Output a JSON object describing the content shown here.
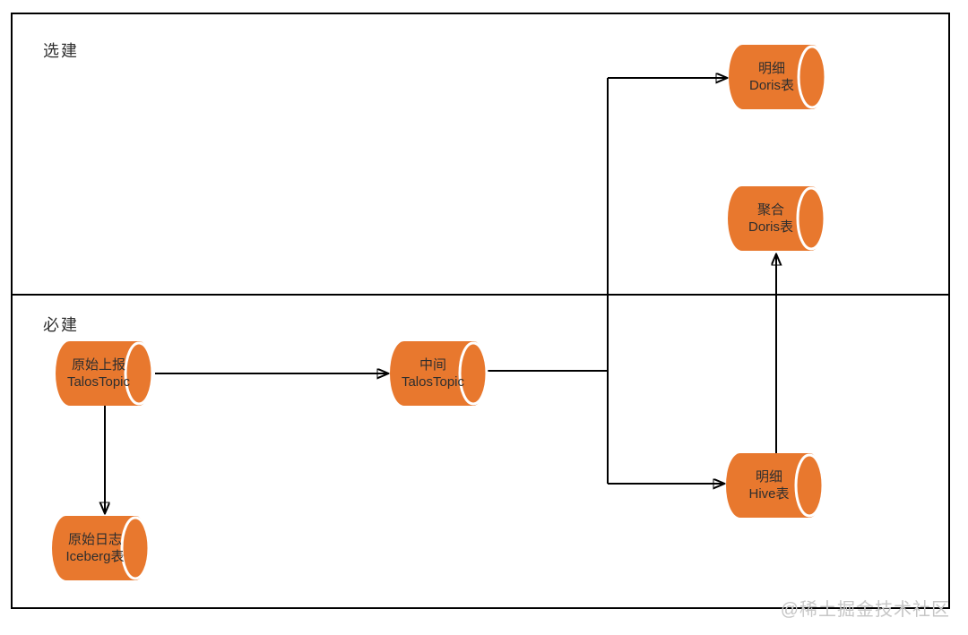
{
  "diagram": {
    "sections": [
      {
        "id": "optional",
        "label": "选建"
      },
      {
        "id": "required",
        "label": "必建"
      }
    ],
    "nodes": [
      {
        "id": "detail-doris",
        "line1": "明细",
        "line2": "Doris表"
      },
      {
        "id": "agg-doris",
        "line1": "聚合",
        "line2": "Doris表"
      },
      {
        "id": "raw-talos",
        "line1": "原始上报",
        "line2": "TalosTopic"
      },
      {
        "id": "mid-talos",
        "line1": "中间",
        "line2": "TalosTopic"
      },
      {
        "id": "detail-hive",
        "line1": "明细",
        "line2": "Hive表"
      },
      {
        "id": "raw-iceberg",
        "line1": "原始日志",
        "line2": "Iceberg表"
      }
    ],
    "edges": [
      {
        "from": "raw-talos",
        "to": "mid-talos"
      },
      {
        "from": "raw-talos",
        "to": "raw-iceberg"
      },
      {
        "from": "mid-talos",
        "to": "detail-doris"
      },
      {
        "from": "mid-talos",
        "to": "detail-hive"
      },
      {
        "from": "detail-hive",
        "to": "agg-doris"
      }
    ],
    "colors": {
      "cylinder_fill": "#E8782E",
      "rim_stroke": "#FFFFFF",
      "line_color": "#000000",
      "border_color": "#000000",
      "text_color": "#2E2E2E",
      "watermark_color": "#C6C6C6"
    },
    "watermark": "@稀土掘金技术社区"
  }
}
